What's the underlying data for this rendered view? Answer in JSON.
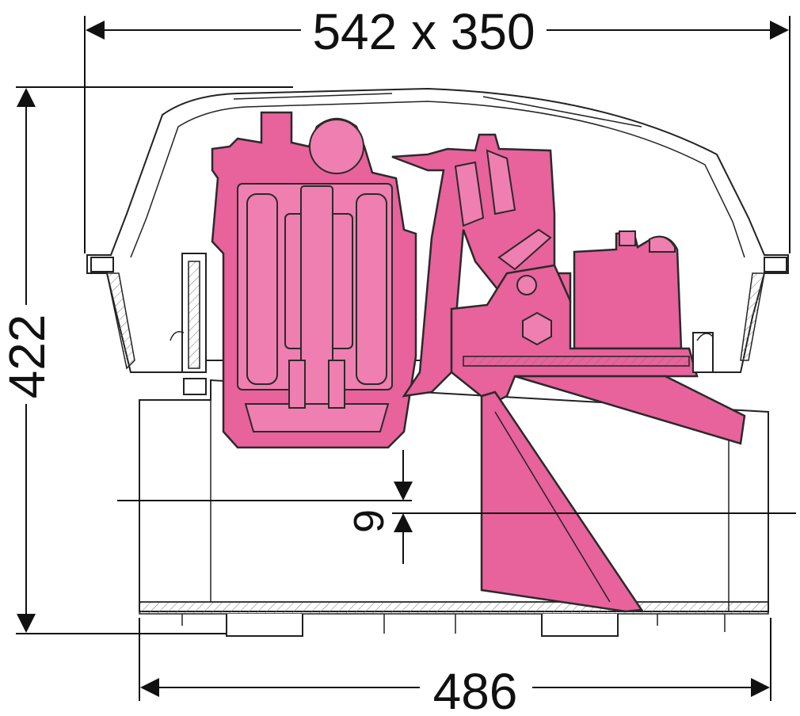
{
  "drawing": {
    "accent_color": "#e8629c",
    "line_color": "#111111",
    "dimensions": {
      "top_width": "542 x 350",
      "height": "422",
      "bottom_width": "486",
      "offset": "9"
    }
  }
}
